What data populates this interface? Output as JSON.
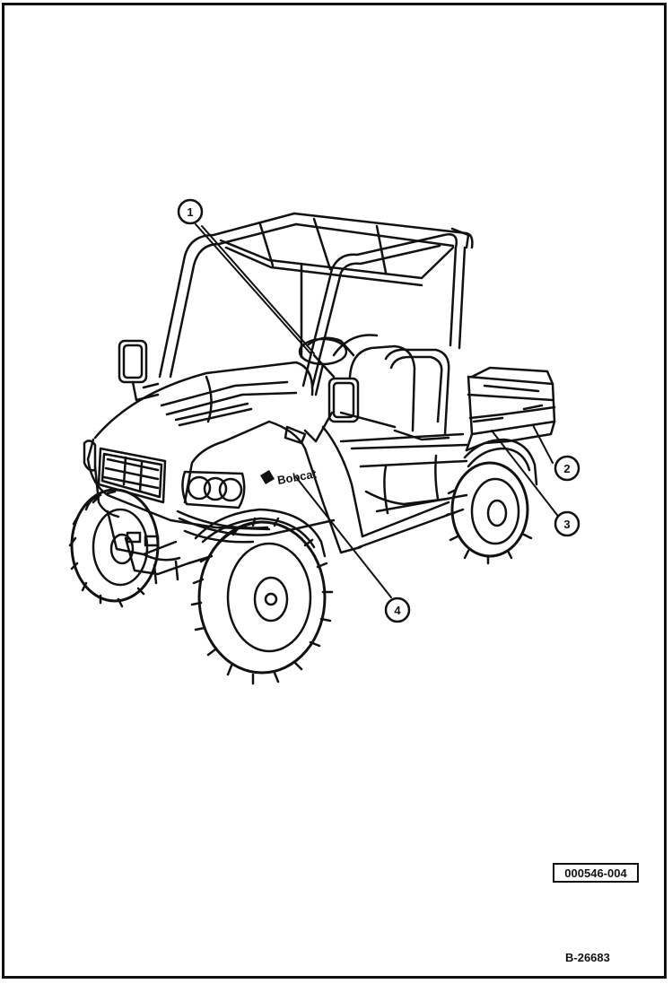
{
  "diagram": {
    "callouts": [
      {
        "number": "1"
      },
      {
        "number": "2"
      },
      {
        "number": "3"
      },
      {
        "number": "4"
      }
    ],
    "decal_text": "Bobcat",
    "reference_code": "000546-004",
    "figure_code": "B-26683"
  }
}
